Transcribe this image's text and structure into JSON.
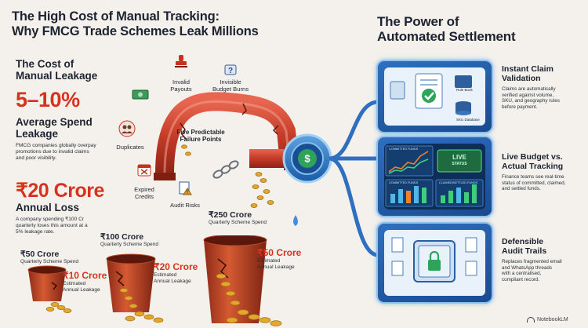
{
  "left": {
    "title_line1": "The High Cost of Manual Tracking:",
    "title_line2": "Why FMCG Trade Schemes Leak Millions",
    "cost_heading_line1": "The Cost of",
    "cost_heading_line2": "Manual Leakage",
    "leak_pct": "5–10%",
    "leak_label_line1": "Average Spend",
    "leak_label_line2": "Leakage",
    "leak_desc_line1": "FMCG companies globally overpay",
    "leak_desc_line2": "promotions due to invalid claims",
    "leak_desc_line3": "and poor visibility.",
    "annual_value": "₹20 Crore",
    "annual_label": "Annual Loss",
    "annual_desc_line1": "A company spending ₹100 Cr",
    "annual_desc_line2": "quarterly loses this amount at a",
    "annual_desc_line3": "5% leakage rate."
  },
  "failure_center_line1": "Five Predictable",
  "failure_center_line2": "Failure Points",
  "failure_points": [
    {
      "line1": "Invalid",
      "line2": "Payouts",
      "icon": "stamp-icon"
    },
    {
      "line1": "Invisible",
      "line2": "Budget Burns",
      "icon": "question-box-icon"
    },
    {
      "line1": "Duplicates",
      "line2": "",
      "icon": "people-icon"
    },
    {
      "line1": "Expired",
      "line2": "Credits",
      "icon": "calendar-icon"
    },
    {
      "line1": "Audit Risks",
      "line2": "",
      "icon": "warning-document-icon"
    }
  ],
  "buckets": [
    {
      "spend": "₹50 Crore",
      "spend_label": "Quarterly Scheme Spend",
      "leak": "₹10 Crore",
      "leak_label1": "Estimated",
      "leak_label2": "Annual Leakage"
    },
    {
      "spend": "₹100 Crore",
      "spend_label": "Quarterly Scheme Spend",
      "leak": "₹20 Crore",
      "leak_label1": "Estimated",
      "leak_label2": "Annual Leakage"
    },
    {
      "spend": "₹250 Crore",
      "spend_label": "Quarterly Scheme Spend",
      "leak": "₹50 Crore",
      "leak_label1": "Estimated",
      "leak_label2": "Annual Leakage"
    }
  ],
  "right": {
    "title_line1": "The Power of",
    "title_line2": "Automated Settlement",
    "features": [
      {
        "title1": "Instant Claim",
        "title2": "Validation",
        "d1": "Claims are automatically",
        "d2": "verified against volume,",
        "d3": "SKU, and geography rules",
        "d4": "before payment."
      },
      {
        "title1": "Live Budget vs.",
        "title2": "Actual Tracking",
        "d1": "Finance teams see real-time",
        "d2": "status of committed, claimed,",
        "d3": "and settled funds.",
        "d4": ""
      },
      {
        "title1": "Defensible",
        "title2": "Audit Trails",
        "d1": "Replaces fragmented email",
        "d2": "and WhatsApp threads",
        "d3": "with a centralised,",
        "d4": "compliant record."
      }
    ],
    "card1_labels": {
      "book": "Rule Book",
      "db": "SKU Database"
    },
    "card2_labels": {
      "left_chart": "COMMITTED FUNDS",
      "live_line1": "LIVE",
      "live_line2": "STATUS",
      "bottom_left": "COMMITTED FUNDS",
      "bottom_right": "CLAIMED/SETTLED FUNDS"
    }
  },
  "watermark": "NotebookLM",
  "colors": {
    "accent_red": "#d8321f",
    "panel_blue": "#1f5aa6",
    "background": "#f4f1ec"
  }
}
